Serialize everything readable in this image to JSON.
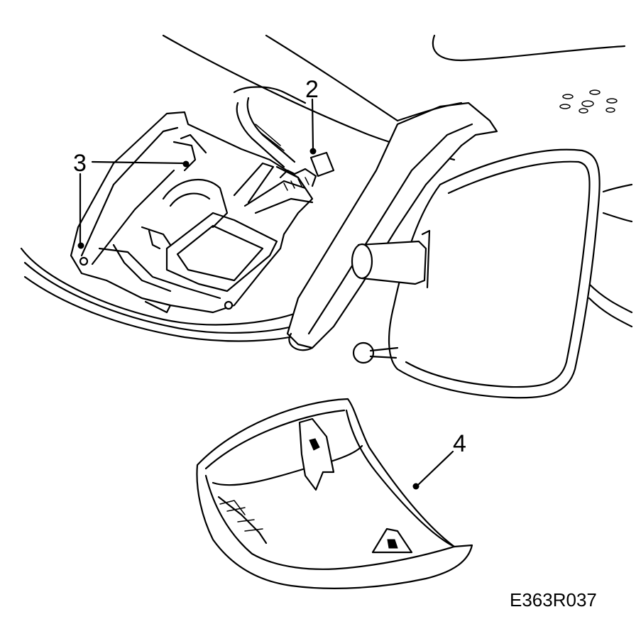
{
  "callouts": [
    {
      "id": "2",
      "label": "2"
    },
    {
      "id": "3",
      "label": "3"
    },
    {
      "id": "4",
      "label": "4"
    }
  ],
  "figure_id": "E363R037",
  "colors": {
    "line": "#000000",
    "background": "#ffffff"
  }
}
